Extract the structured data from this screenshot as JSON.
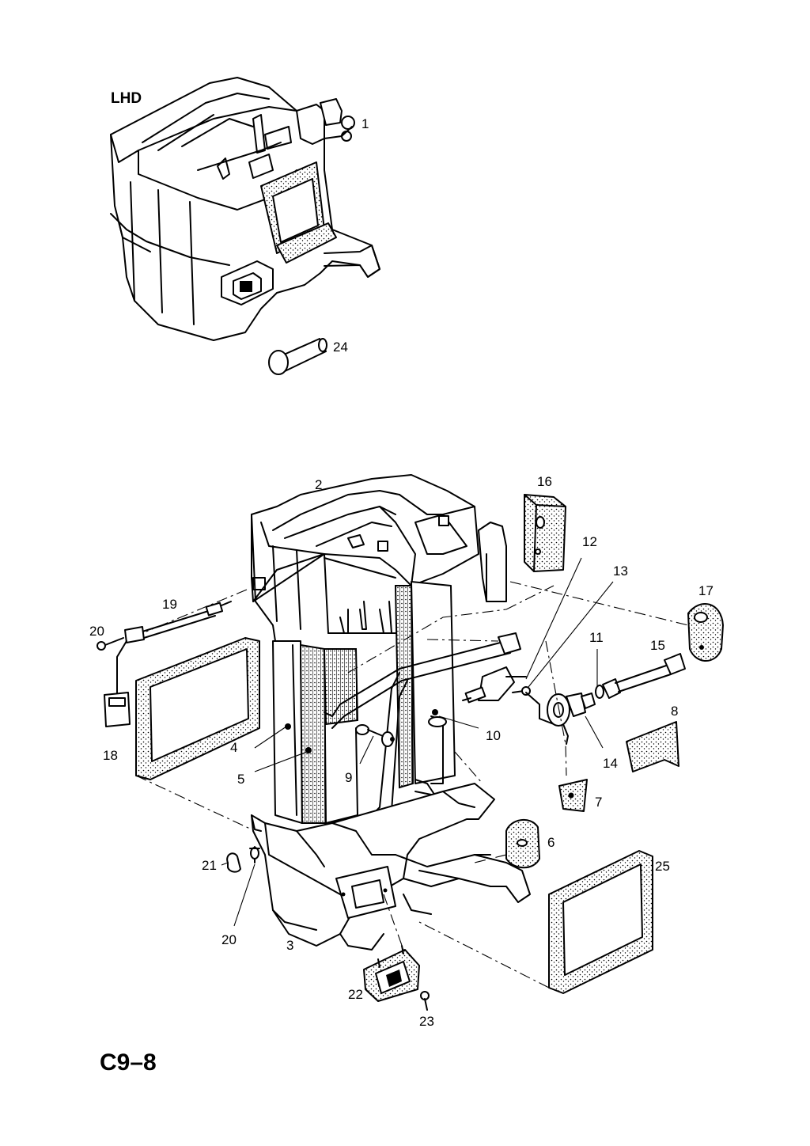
{
  "heading": "LHD",
  "page_id": "C9–8",
  "callouts": [
    {
      "label": "1"
    },
    {
      "label": "24"
    },
    {
      "label": "2"
    },
    {
      "label": "16"
    },
    {
      "label": "12"
    },
    {
      "label": "13"
    },
    {
      "label": "17"
    },
    {
      "label": "19"
    },
    {
      "label": "20"
    },
    {
      "label": "11"
    },
    {
      "label": "15"
    },
    {
      "label": "8"
    },
    {
      "label": "10"
    },
    {
      "label": "4"
    },
    {
      "label": "9"
    },
    {
      "label": "14"
    },
    {
      "label": "18"
    },
    {
      "label": "5"
    },
    {
      "label": "7"
    },
    {
      "label": "6"
    },
    {
      "label": "21"
    },
    {
      "label": "25"
    },
    {
      "label": "20"
    },
    {
      "label": "3"
    },
    {
      "label": "22"
    },
    {
      "label": "23"
    }
  ]
}
